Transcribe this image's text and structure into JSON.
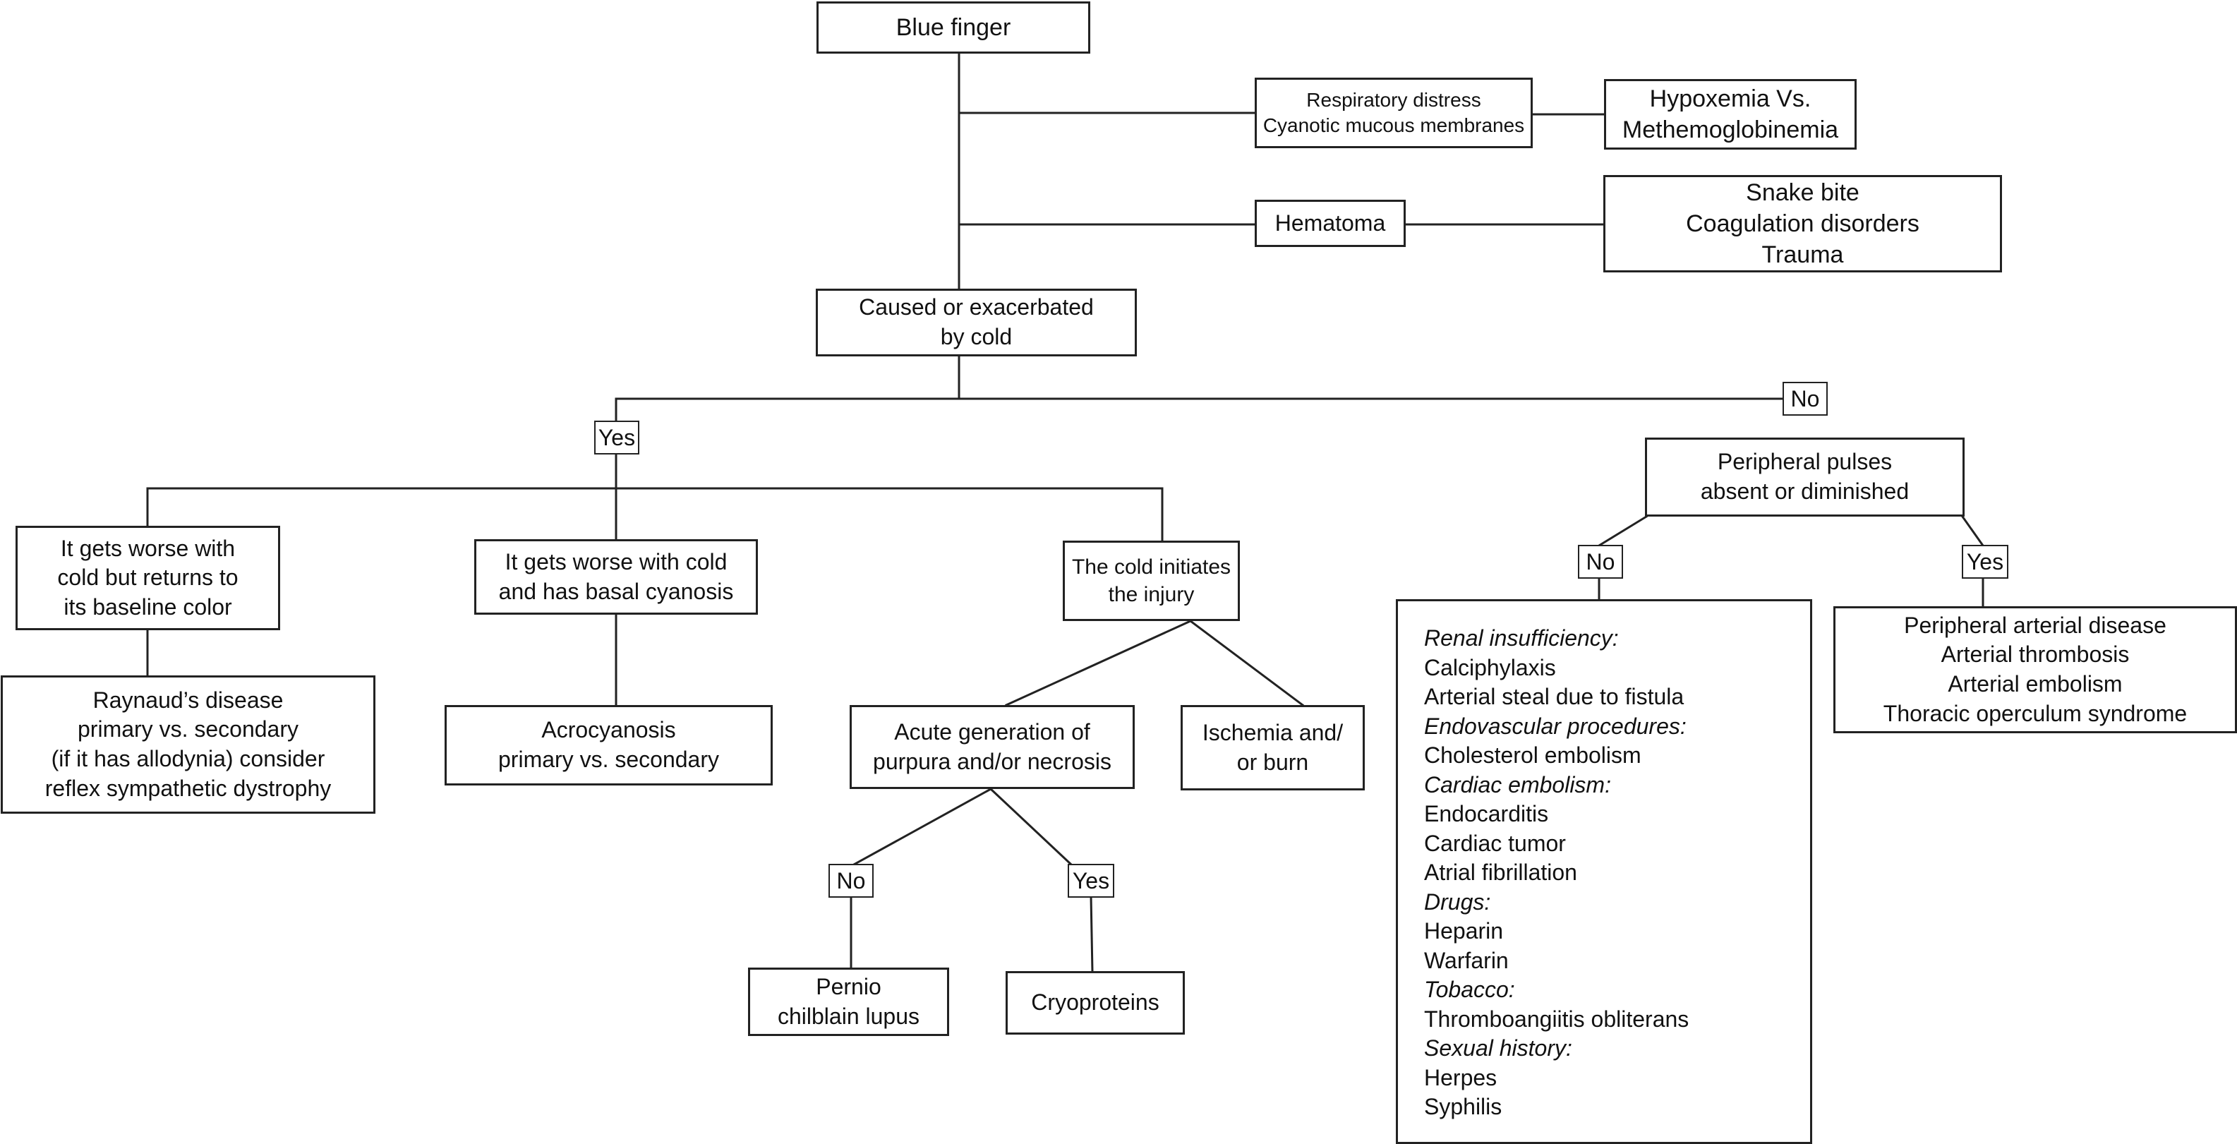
{
  "nodes": {
    "blue_finger": "Blue finger",
    "resp_distress": [
      "Respiratory distress",
      "Cyanotic mucous membranes"
    ],
    "hypoxemia": [
      "Hypoxemia Vs.",
      "Methemoglobinemia"
    ],
    "hematoma": "Hematoma",
    "snake_bite": [
      "Snake bite",
      "Coagulation disorders",
      "Trauma"
    ],
    "caused_by_cold": [
      "Caused or exacerbated",
      "by cold"
    ],
    "worse_returns": [
      "It gets worse with",
      "cold but returns to",
      "its baseline color"
    ],
    "worse_basal": [
      "It gets worse with cold",
      "and has basal cyanosis"
    ],
    "cold_initiates": [
      "The cold initiates",
      "the injury"
    ],
    "raynaud": [
      "Raynaud’s disease",
      "primary vs. secondary",
      "(if it has allodynia) consider",
      "reflex sympathetic dystrophy"
    ],
    "acrocyanosis": [
      "Acrocyanosis",
      "primary vs. secondary"
    ],
    "acute_purpura": [
      "Acute generation of",
      "purpura and/or necrosis"
    ],
    "ischemia_burn": [
      "Ischemia and/",
      "or burn"
    ],
    "pernio": [
      "Pernio",
      "chilblain lupus"
    ],
    "cryoproteins": "Cryoproteins",
    "peripheral_pulses": [
      "Peripheral pulses",
      "absent or diminished"
    ],
    "arterial_list": [
      "Peripheral arterial disease",
      "Arterial thrombosis",
      "Arterial embolism",
      "Thoracic operculum syndrome"
    ]
  },
  "labels": {
    "yes_cold": "Yes",
    "no_cold": "No",
    "no_pulses": "No",
    "yes_pulses": "Yes",
    "no_purpura": "No",
    "yes_purpura": "Yes"
  },
  "cause_list": [
    {
      "text": "Renal insufficiency:",
      "category": true
    },
    {
      "text": "Calciphylaxis",
      "category": false
    },
    {
      "text": "Arterial steal due to fistula",
      "category": false
    },
    {
      "text": "Endovascular procedures:",
      "category": true
    },
    {
      "text": "Cholesterol embolism",
      "category": false
    },
    {
      "text": "Cardiac embolism:",
      "category": true
    },
    {
      "text": "Endocarditis",
      "category": false
    },
    {
      "text": "Cardiac tumor",
      "category": false
    },
    {
      "text": "Atrial fibrillation",
      "category": false
    },
    {
      "text": "Drugs:",
      "category": true
    },
    {
      "text": "Heparin",
      "category": false
    },
    {
      "text": "Warfarin",
      "category": false
    },
    {
      "text": "Tobacco:",
      "category": true
    },
    {
      "text": "Thromboangiitis obliterans",
      "category": false
    },
    {
      "text": "Sexual history:",
      "category": true
    },
    {
      "text": "Herpes",
      "category": false
    },
    {
      "text": "Syphilis",
      "category": false
    }
  ],
  "line_color": "#222222"
}
